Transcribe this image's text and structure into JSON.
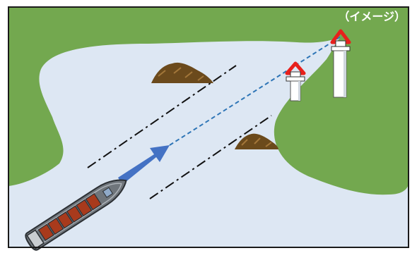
{
  "caption": "（イメージ）",
  "colors": {
    "land": "#73a84f",
    "water": "#dde7f3",
    "frame": "#1a1a1a",
    "arrow": "#4472c4",
    "leading_line": "#2e75b6",
    "lighthouse_mark": "#e8201c",
    "reef": "#6b4a1c",
    "ship_hull": "#6f757b",
    "ship_cargo": "#a83a1c"
  },
  "scene": {
    "elements": [
      "island-left-top-landmass",
      "island-right-landmass",
      "reef-upper",
      "reef-lower",
      "channel-boundary-upper",
      "channel-boundary-lower",
      "leading-line",
      "rear-lighthouse",
      "front-lighthouse",
      "course-arrow",
      "cargo-ship"
    ]
  }
}
